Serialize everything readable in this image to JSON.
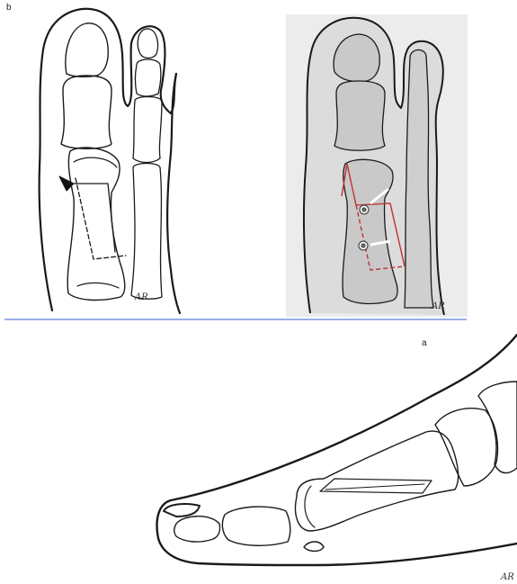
{
  "panel_b": {
    "label": "b",
    "signature": "AR",
    "photo_signature": "AR"
  },
  "panel_a": {
    "label": "a",
    "signature": "AR"
  },
  "colors": {
    "line": "#1a1a1a",
    "divider": "#5b7fd6",
    "photo_bg": "#ececec",
    "bone_fill": "#d6d6d6",
    "osteotomy_red": "#c23a3a"
  }
}
